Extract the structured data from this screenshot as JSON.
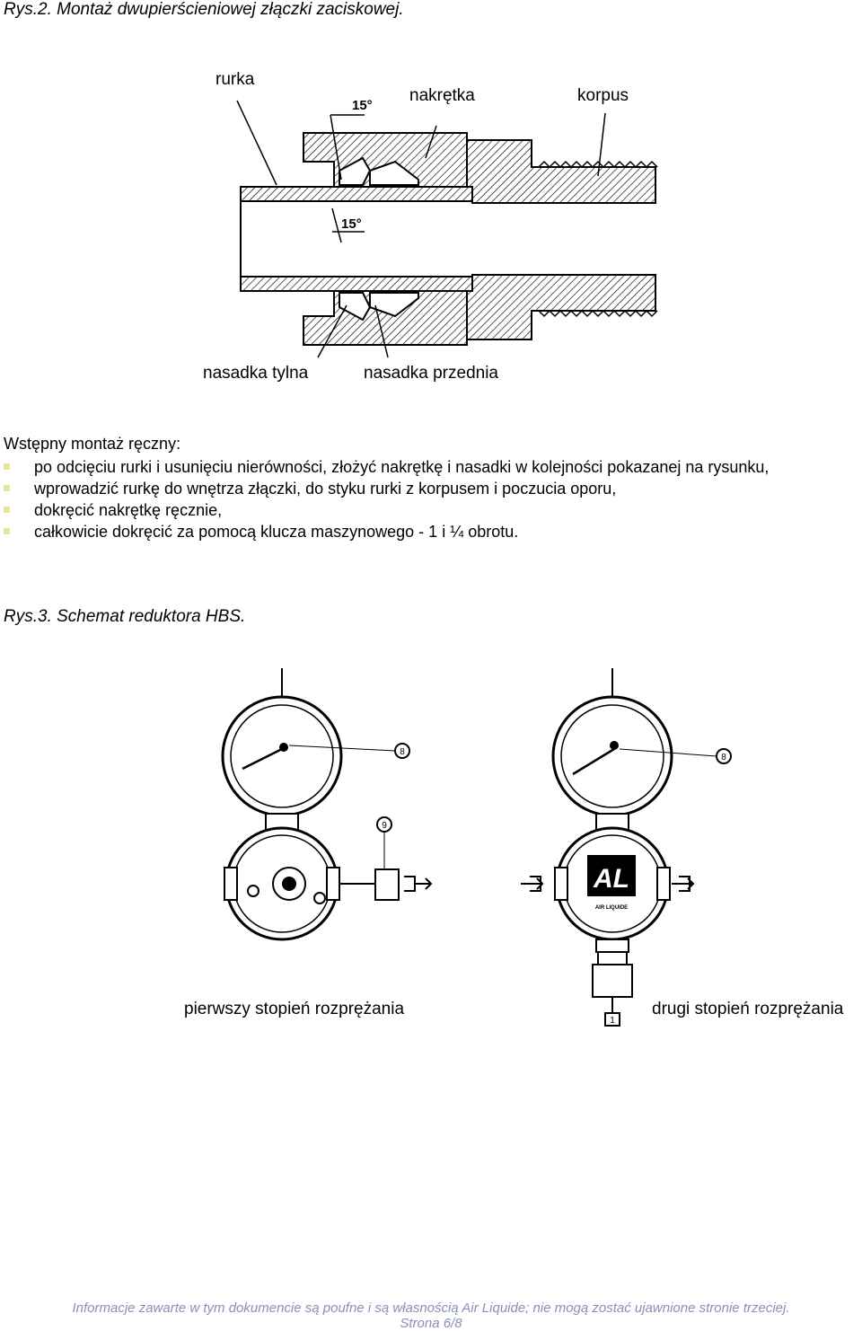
{
  "fig2": {
    "caption": "Rys.2.  Montaż dwupierścieniowej złączki zaciskowej.",
    "labels": {
      "rurka": "rurka",
      "nakretka": "nakrętka",
      "korpus": "korpus",
      "nasadka_tylna": "nasadka tylna",
      "nasadka_przednia": "nasadka przednia",
      "angle_top": "15°",
      "angle_inner": "15°"
    }
  },
  "instructions": {
    "heading": "Wstępny montaż ręczny:",
    "items": [
      "po odcięciu rurki i usunięciu nierówności, złożyć nakrętkę i nasadki w kolejności pokazanej na rysunku,",
      "wprowadzić rurkę do wnętrza złączki, do styku rurki z korpusem i poczucia oporu,",
      "dokręcić nakrętkę ręcznie,",
      "całkowicie dokręcić za pomocą klucza maszynowego - 1 i ¼ obrotu."
    ]
  },
  "fig3": {
    "caption": "Rys.3.  Schemat reduktora HBS.",
    "labels": {
      "first_stage": "pierwszy stopień rozprężania",
      "second_stage": "drugi stopień rozprężania"
    },
    "callouts": {
      "gauge_left": "8",
      "fitting": "9",
      "gauge_right": "8",
      "bottom": "1"
    },
    "logo": {
      "mark": "AL",
      "text": "AIR LIQUIDE"
    }
  },
  "footer": {
    "notice": "Informacje zawarte w tym dokumencie są poufne i są własnością Air Liquide; nie mogą zostać ujawnione stronie trzeciej.",
    "page": "Strona 6/8"
  }
}
